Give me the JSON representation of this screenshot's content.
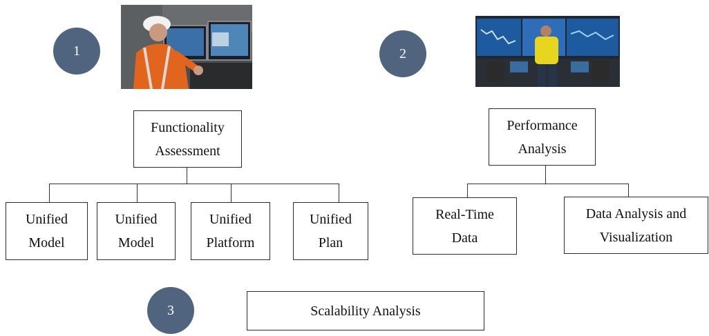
{
  "stages": [
    {
      "number": "1"
    },
    {
      "number": "2"
    },
    {
      "number": "3"
    }
  ],
  "functionality": {
    "title_lines": [
      "Functionality",
      "Assessment"
    ],
    "children": [
      {
        "lines": [
          "Unified",
          "Model"
        ]
      },
      {
        "lines": [
          "Unified",
          "Model"
        ]
      },
      {
        "lines": [
          "Unified",
          "Platform"
        ]
      },
      {
        "lines": [
          "Unified",
          "Plan"
        ]
      }
    ]
  },
  "performance": {
    "title_lines": [
      "Performance",
      "Analysis"
    ],
    "children": [
      {
        "lines": [
          "Real-Time",
          "Data"
        ]
      },
      {
        "lines": [
          "Data Analysis and",
          "Visualization"
        ]
      }
    ]
  },
  "scalability": {
    "label": "Scalability Analysis"
  },
  "colors": {
    "circle": "#506480",
    "line": "#333333"
  },
  "images": {
    "photo_1": "miner-at-control-console",
    "photo_2": "control-room-video-wall"
  }
}
